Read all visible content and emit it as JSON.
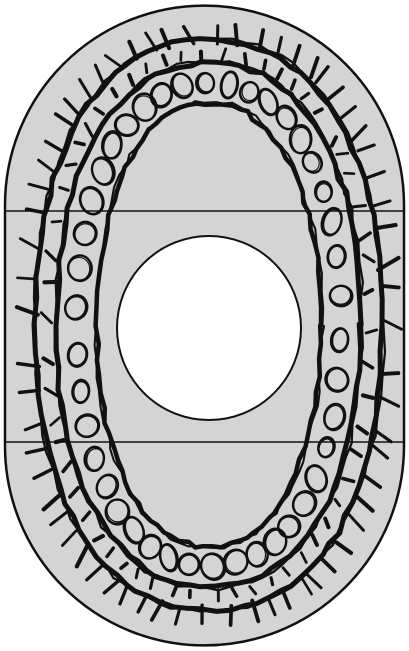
{
  "diagram": {
    "fill_color": "#d4d4d4",
    "stroke_color": "#111111",
    "background_color": "#ffffff",
    "annular_rings": 2,
    "inner_bead_count": 42,
    "outer_tick_count": 64,
    "middle_tick_count": 58,
    "horizontal_divider_count": 2
  }
}
